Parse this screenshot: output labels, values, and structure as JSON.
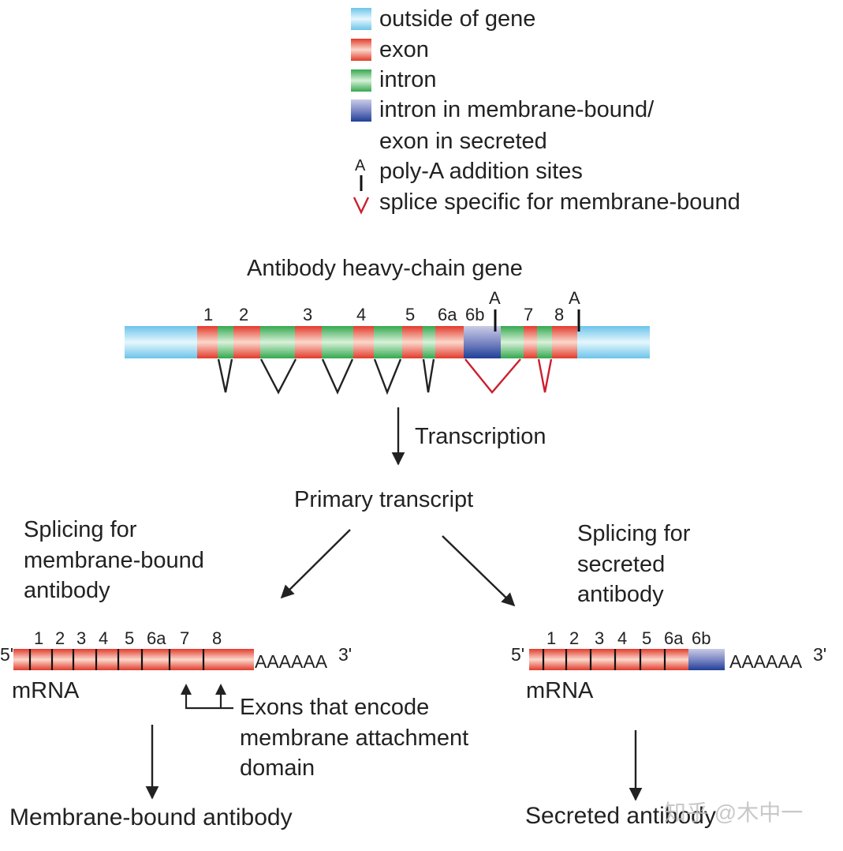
{
  "legend": {
    "outside": "outside of gene",
    "exon": "exon",
    "intron": "intron",
    "membrane_line1": "intron in membrane-bound/",
    "membrane_line2": "exon in secreted",
    "polyA_mark": "A",
    "polyA": "poly-A addition sites",
    "splice": "splice specific for membrane-bound"
  },
  "colors": {
    "outside": "#8fd3ee",
    "exon": "#e8483a",
    "intron": "#43b05c",
    "membrane": "#2a4aa0",
    "splice_specific": "#cc1f2e",
    "splice_common": "#222222"
  },
  "gene": {
    "title": "Antibody heavy-chain gene",
    "exon_labels": [
      "1",
      "2",
      "3",
      "4",
      "5",
      "6a",
      "6b",
      "7",
      "8"
    ],
    "polyA_marks": [
      "A",
      "A"
    ]
  },
  "transcription": "Transcription",
  "primary_transcript": "Primary transcript",
  "left": {
    "heading_lines": [
      "Splicing for",
      "membrane-bound",
      "antibody"
    ],
    "prime5": "5'",
    "prime3": "3'",
    "exon_labels": [
      "1",
      "2",
      "3",
      "4",
      "5",
      "6a",
      "7",
      "8"
    ],
    "polyA_tail": "AAAAAA",
    "mrna": "mRNA",
    "annotation_lines": [
      "Exons that encode",
      "membrane attachment",
      "domain"
    ],
    "product": "Membrane-bound antibody"
  },
  "right": {
    "heading_lines": [
      "Splicing for",
      "secreted",
      "antibody"
    ],
    "prime5": "5'",
    "prime3": "3'",
    "exon_labels": [
      "1",
      "2",
      "3",
      "4",
      "5",
      "6a",
      "6b"
    ],
    "polyA_tail": "AAAAAA",
    "mrna": "mRNA",
    "product": "Secreted antibody"
  },
  "watermark": "知乎 @木中一"
}
